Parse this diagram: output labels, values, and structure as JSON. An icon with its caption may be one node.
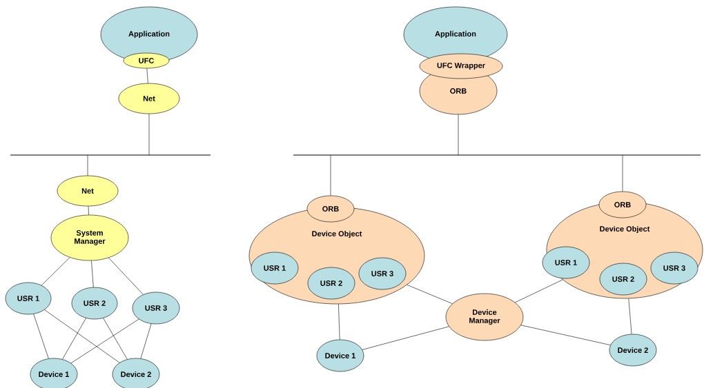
{
  "diagram": {
    "nodes": [
      {
        "text": [
          "Application"
        ]
      },
      {
        "text": [
          "UFC"
        ]
      },
      {
        "text": [
          "Net"
        ]
      },
      {
        "text": [],
        "shape": "bar"
      },
      {
        "text": [
          "Net"
        ]
      },
      {
        "text": [
          "System Manager"
        ]
      },
      {
        "text": [
          "USR 1"
        ]
      },
      {
        "text": [
          "USR 2"
        ]
      },
      {
        "text": [
          "USR 3"
        ]
      },
      {
        "text": [
          "Device 1"
        ]
      },
      {
        "text": [
          "Device 2"
        ]
      },
      {
        "text": [
          "Application"
        ]
      },
      {
        "text": [
          "UFC Wrapper"
        ]
      },
      {
        "text": [
          "ORB"
        ]
      },
      {
        "text": [],
        "shape": "bar"
      },
      {
        "text": [
          "Device Object"
        ]
      },
      {
        "text": [
          "ORB"
        ]
      },
      {
        "text": [
          "USR 1"
        ],
        "in": 15
      },
      {
        "text": [
          "USR 2"
        ],
        "in": 15
      },
      {
        "text": [
          "USR 3"
        ],
        "in": 15
      },
      {
        "text": [
          "Device Object"
        ]
      },
      {
        "text": [
          "ORB"
        ]
      },
      {
        "text": [
          "USR 1"
        ],
        "in": 20
      },
      {
        "text": [
          "USR 2"
        ],
        "in": 20
      },
      {
        "text": [
          "USR 3"
        ],
        "in": 20
      },
      {
        "text": [
          "Device Manager"
        ]
      },
      {
        "text": [
          "Device 1"
        ]
      },
      {
        "text": [
          "Device 2"
        ]
      }
    ],
    "edges": [
      {
        "from": 1,
        "to": 2,
        "arrow": "none"
      },
      {
        "from": 2,
        "to": 3,
        "arrow": "none"
      },
      {
        "from": 3,
        "to": 4,
        "arrow": "none"
      },
      {
        "from": 4,
        "to": 5,
        "arrow": "none"
      },
      {
        "from": 5,
        "to": 6,
        "arrow": "none"
      },
      {
        "from": 5,
        "to": 7,
        "arrow": "none"
      },
      {
        "from": 5,
        "to": 8,
        "arrow": "none"
      },
      {
        "from": 6,
        "to": 9,
        "arrow": "none"
      },
      {
        "from": 6,
        "to": 10,
        "arrow": "none"
      },
      {
        "from": 7,
        "to": 9,
        "arrow": "none"
      },
      {
        "from": 7,
        "to": 10,
        "arrow": "none"
      },
      {
        "from": 8,
        "to": 9,
        "arrow": "none"
      },
      {
        "from": 8,
        "to": 10,
        "arrow": "none"
      },
      {
        "from": 13,
        "to": 14,
        "arrow": "none"
      },
      {
        "from": 14,
        "to": 16,
        "arrow": "none"
      },
      {
        "from": 14,
        "to": 21,
        "arrow": "none"
      },
      {
        "from": 15,
        "to": 25,
        "arrow": "none"
      },
      {
        "from": 15,
        "to": 26,
        "arrow": "none"
      },
      {
        "from": 20,
        "to": 25,
        "arrow": "none"
      },
      {
        "from": 20,
        "to": 27,
        "arrow": "none"
      },
      {
        "from": 25,
        "to": 26,
        "arrow": "none"
      },
      {
        "from": 25,
        "to": 27,
        "arrow": "none"
      }
    ]
  }
}
